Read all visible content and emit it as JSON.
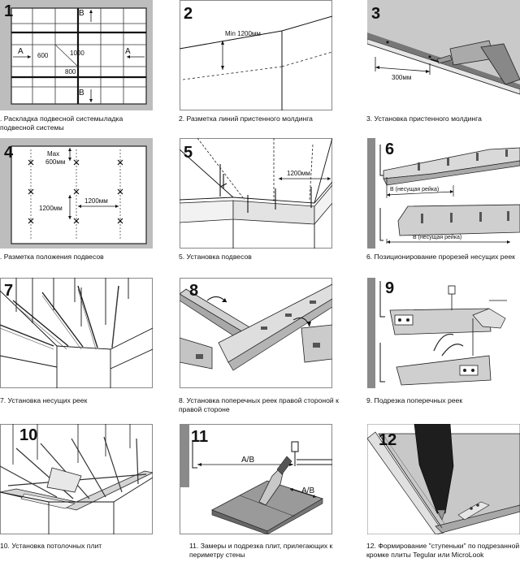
{
  "panels": [
    {
      "num": "1",
      "caption": ". Раскладка подвесной системыладка подвесной системы",
      "labels": {
        "a_left": "A",
        "a_right": "A",
        "b_top": "B",
        "b_bottom": "B",
        "d600": "600",
        "d1000": "1000",
        "d800": "800"
      }
    },
    {
      "num": "2",
      "caption": "2. Разметка линий пристенного молдинга",
      "labels": {
        "min": "Min 1200мм"
      }
    },
    {
      "num": "3",
      "caption": "3. Установка пристенного молдинга",
      "labels": {
        "d300": "300мм"
      }
    },
    {
      "num": "4",
      "caption": ". Разметка положения подвесов",
      "labels": {
        "max": "Max",
        "max_v": "600мм",
        "v1200": "1200мм",
        "h1200": "1200мм"
      }
    },
    {
      "num": "5",
      "caption": "5. Установка подвесов",
      "labels": {
        "h1200": "1200мм"
      }
    },
    {
      "num": "6",
      "caption": "6. Позиционирование прорезей несущих реек",
      "labels": {
        "b1": "В (несущая рейка)",
        "b2": "В (несущая рейка)"
      }
    },
    {
      "num": "7",
      "caption": "7. Установка несущих реек",
      "labels": {}
    },
    {
      "num": "8",
      "caption": "8. Установка поперечных реек правой стороной к правой стороне",
      "labels": {}
    },
    {
      "num": "9",
      "caption": "9. Подрезка поперечных реек",
      "labels": {}
    },
    {
      "num": "10",
      "caption": "10. Установка потолочных плит",
      "labels": {}
    },
    {
      "num": "11",
      "caption": "11.  Замеры и подрезка плит, прилегающих к периметру стены",
      "labels": {
        "ab1": "A/B",
        "ab2": "A/B"
      }
    },
    {
      "num": "12",
      "caption": "12. Формирование \"ступеньки\" по подрезанной кромке плиты Tegular или MicroLook",
      "labels": {}
    }
  ]
}
